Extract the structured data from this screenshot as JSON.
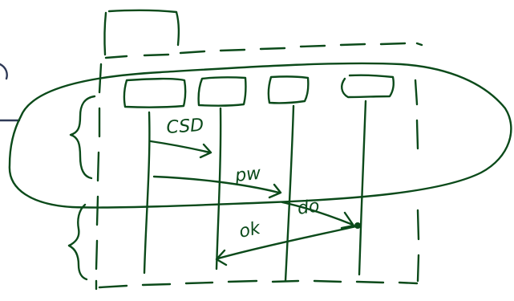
{
  "colors": {
    "ink": "#0b4a1a",
    "left_mark": "#2f3a57"
  },
  "labels": {
    "csd": "CSD",
    "pw": "pw",
    "do": "do",
    "ok": "ok"
  }
}
